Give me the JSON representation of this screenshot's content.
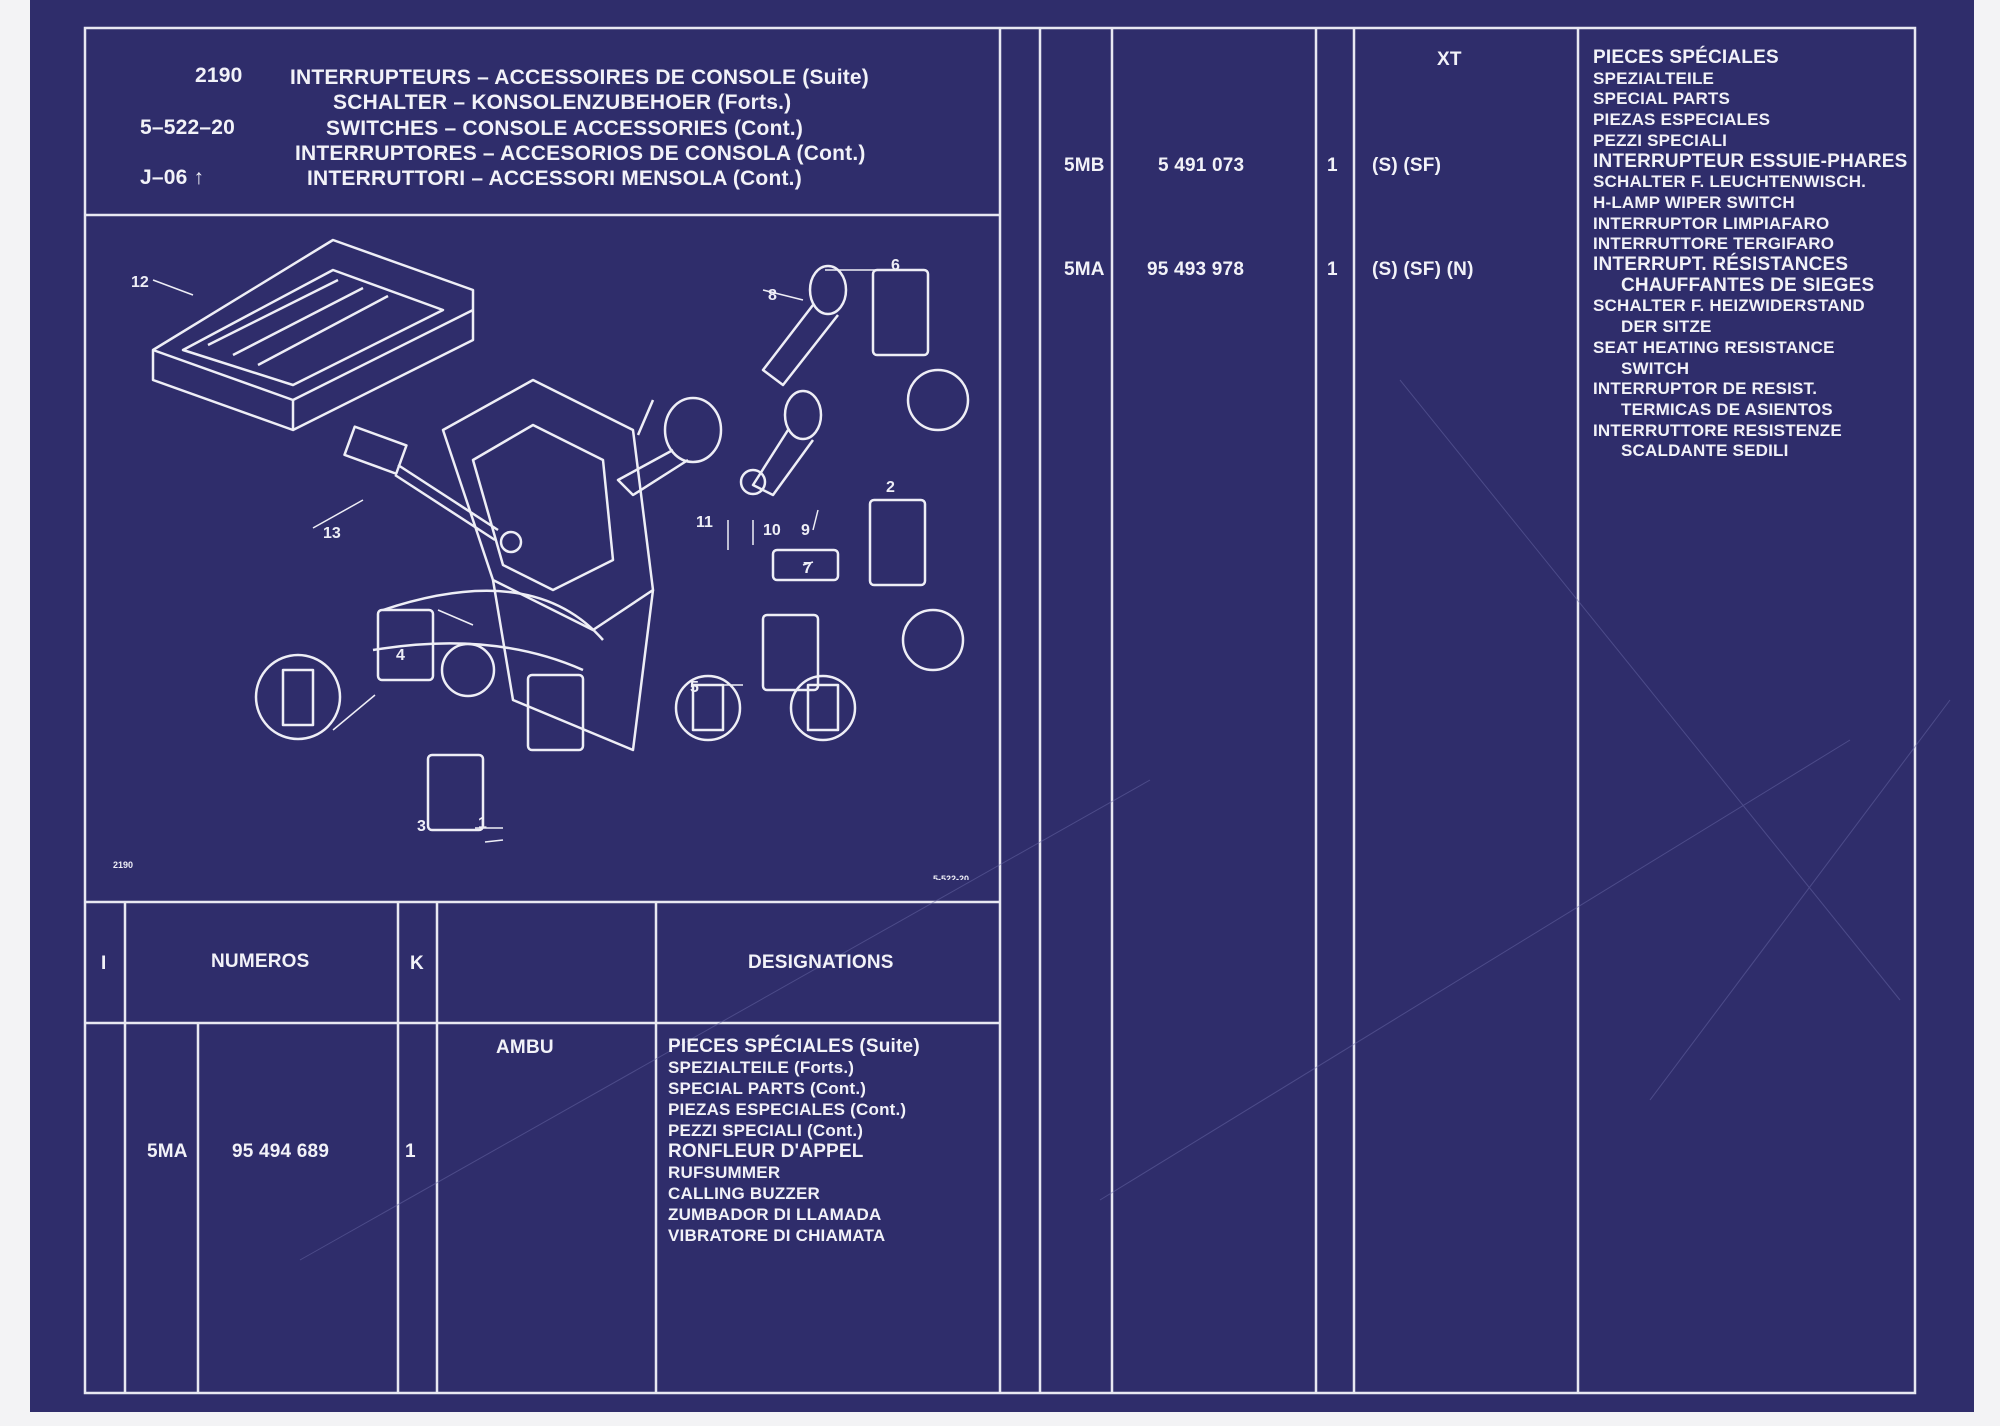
{
  "header": {
    "plate": "2190",
    "group": "5–522–20",
    "ref": "J–06 ↑",
    "titles": [
      "INTERRUPTEURS – ACCESSOIRES DE CONSOLE (Suite)",
      "SCHALTER – KONSOLENZUBEHOER (Forts.)",
      "SWITCHES – CONSOLE ACCESSORIES (Cont.)",
      "INTERRUPTORES – ACCESORIOS DE CONSOLA (Cont.)",
      "INTERRUTTORI – ACCESSORI MENSOLA (Cont.)"
    ]
  },
  "diagram": {
    "callouts": [
      "1",
      "2",
      "3",
      "4",
      "5",
      "6",
      "7",
      "8",
      "9",
      "10",
      "11",
      "12",
      "13"
    ],
    "corner_left": "2190",
    "corner_right": "5-522-20"
  },
  "columns": {
    "i": "I",
    "numeros": "NUMEROS",
    "k": "K",
    "designations": "DESIGNATIONS",
    "xt": "XT"
  },
  "left_table": {
    "ambu": "AMBU",
    "row": {
      "i": "5MA",
      "number": "95 494 689",
      "k": "1"
    },
    "designation_lines": [
      "PIECES SPÉCIALES (Suite)",
      "SPEZIALTEILE (Forts.)",
      "SPECIAL PARTS (Cont.)",
      "PIEZAS ESPECIALES (Cont.)",
      "PEZZI SPECIALI (Cont.)",
      "RONFLEUR D'APPEL",
      "RUFSUMMER",
      "CALLING BUZZER",
      "ZUMBADOR DI LLAMADA",
      "VIBRATORE DI CHIAMATA"
    ]
  },
  "right_table": {
    "rows": [
      {
        "i": "5MB",
        "number": "5 491 073",
        "k": "1",
        "xt": "(S) (SF)"
      },
      {
        "i": "5MA",
        "number": "95 493 978",
        "k": "1",
        "xt": "(S) (SF) (N)"
      }
    ],
    "designation_lines": [
      "PIECES SPÉCIALES",
      "SPEZIALTEILE",
      "SPECIAL PARTS",
      "PIEZAS ESPECIALES",
      "PEZZI SPECIALI",
      "INTERRUPTEUR ESSUIE-PHARES",
      "SCHALTER F. LEUCHTENWISCH.",
      "H-LAMP WIPER SWITCH",
      "INTERRUPTOR LIMPIAFARO",
      "INTERRUTTORE TERGIFARO",
      "INTERRUPT. RÉSISTANCES",
      "CHAUFFANTES DE SIEGES",
      "SCHALTER F. HEIZWIDERSTAND",
      "DER SITZE",
      "SEAT HEATING RESISTANCE",
      "SWITCH",
      "INTERRUPTOR DE RESIST.",
      "TERMICAS DE ASIENTOS",
      "INTERRUTTORE RESISTENZE",
      "SCALDANTE SEDILI"
    ]
  },
  "colors": {
    "background": "#2f2d6b",
    "ink": "#f2f2f8",
    "margin": "#f3f3f5"
  }
}
